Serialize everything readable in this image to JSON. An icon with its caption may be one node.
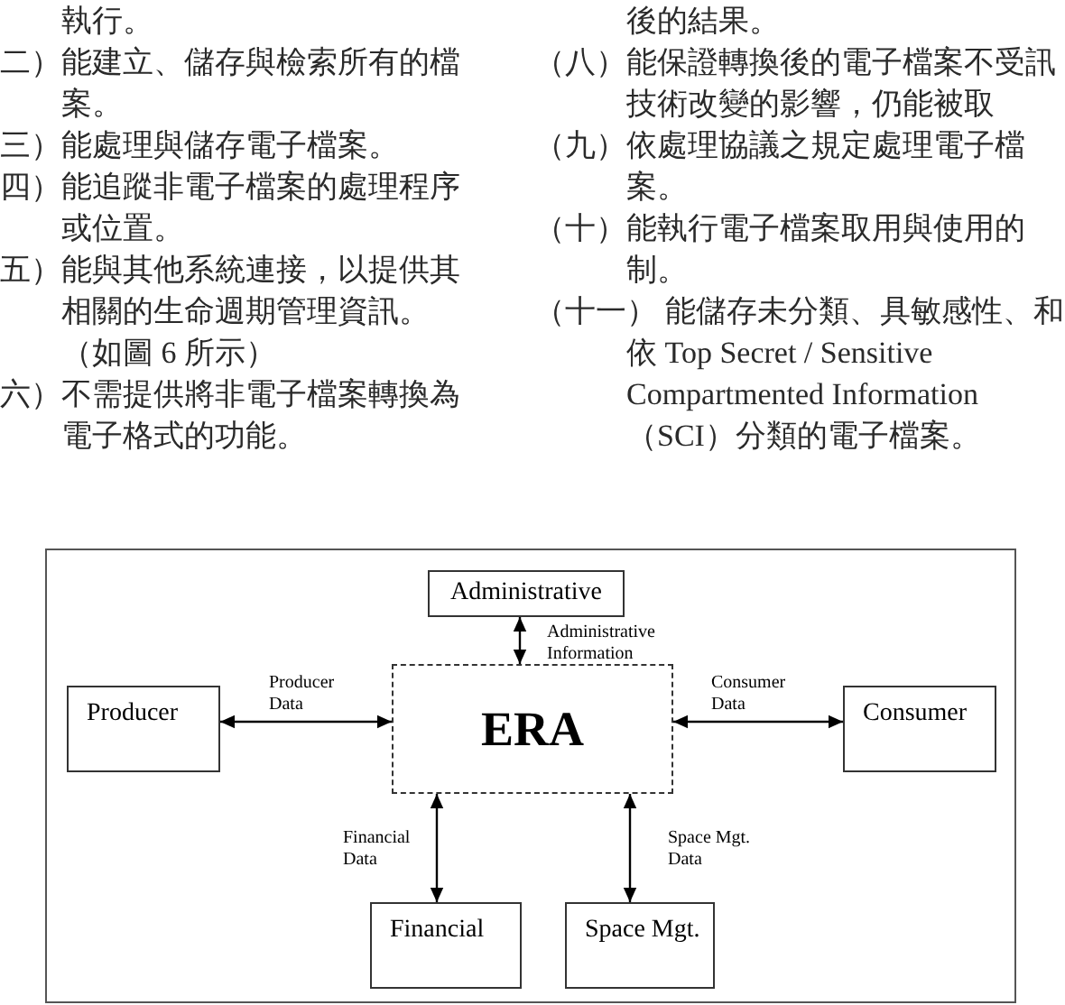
{
  "diagram": {
    "nodes": [
      {
        "text": [
          "Administrative"
        ]
      },
      {
        "text": [
          "Producer"
        ]
      },
      {
        "text": [
          "ERA"
        ]
      },
      {
        "text": [
          "Consumer"
        ]
      },
      {
        "text": [
          "Financial"
        ]
      },
      {
        "text": [
          "Space Mgt."
        ]
      }
    ],
    "edges": [
      {
        "from": 0,
        "to": 2,
        "arrow": "both",
        "label": "Administrative Information"
      },
      {
        "from": 1,
        "to": 2,
        "arrow": "both",
        "label": "Producer Data"
      },
      {
        "from": 2,
        "to": 3,
        "arrow": "both",
        "label": "Consumer Data"
      },
      {
        "from": 2,
        "to": 4,
        "arrow": "both",
        "label": "Financial Data"
      },
      {
        "from": 2,
        "to": 5,
        "arrow": "both",
        "label": "Space Mgt. Data"
      }
    ],
    "labels": [
      "執行。",
      "二）能建立、儲存與檢索所有的檔案。",
      "三）能處理與儲存電子檔案。",
      "四）能追蹤非電子檔案的處理程序或位置。",
      "五）能與其他系統連接，以提供其相關的生命週期管理資訊。（如圖 6 所示）",
      "六）不需提供將非電子檔案轉換為電子格式的功能。",
      "後的結果。",
      "（八）能保證轉換後的電子檔案不受訊技術改變的影響，仍能被取",
      "（九）依處理協議之規定處理電子檔案。",
      "（十）能執行電子檔案取用與使用的制。",
      "（十一） 能儲存未分類、具敏感性、和依 Top Secret / Sensitive Compartmented Information（SCI）分類的電子檔案。"
    ]
  }
}
